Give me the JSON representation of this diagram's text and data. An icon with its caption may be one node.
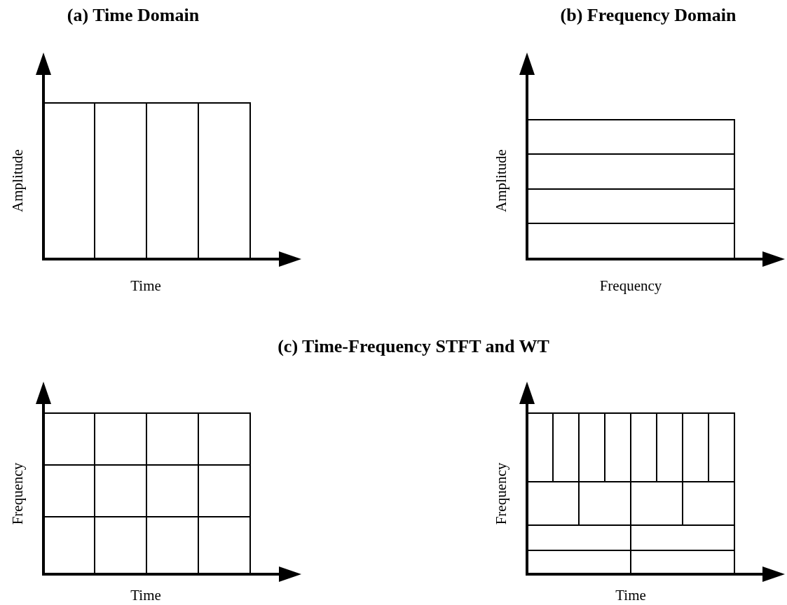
{
  "diagram": {
    "labels": [
      "(a) Time Domain",
      "(b) Frequency Domain",
      "Amplitude",
      "Amplitude",
      "Time",
      "Frequency",
      "(c) Time-Frequency STFT and WT",
      "Frequency",
      "Frequency",
      "Time",
      "Time"
    ]
  }
}
